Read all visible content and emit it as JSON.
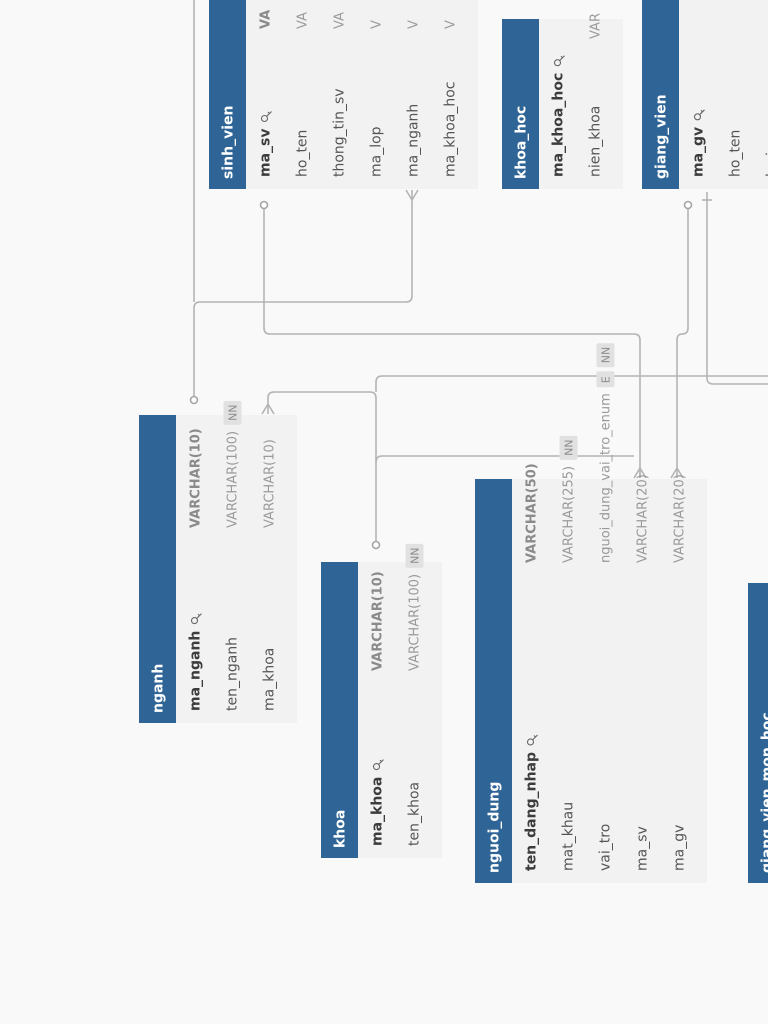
{
  "tables": [
    {
      "name": "sinh_vien",
      "columns": [
        {
          "name": "ma_sv",
          "type": "VA",
          "pk": true,
          "badges": []
        },
        {
          "name": "ho_ten",
          "type": "VA",
          "pk": false,
          "badges": []
        },
        {
          "name": "thong_tin_sv",
          "type": "VA",
          "pk": false,
          "badges": []
        },
        {
          "name": "ma_lop",
          "type": "V",
          "pk": false,
          "badges": []
        },
        {
          "name": "ma_nganh",
          "type": "V",
          "pk": false,
          "badges": []
        },
        {
          "name": "ma_khoa_hoc",
          "type": "V",
          "pk": false,
          "badges": []
        }
      ]
    },
    {
      "name": "khoa_hoc",
      "columns": [
        {
          "name": "ma_khoa_hoc",
          "type": "",
          "pk": true,
          "badges": []
        },
        {
          "name": "nien_khoa",
          "type": "VAR",
          "pk": false,
          "badges": []
        }
      ]
    },
    {
      "name": "giang_vien",
      "columns": [
        {
          "name": "ma_gv",
          "type": "",
          "pk": true,
          "badges": []
        },
        {
          "name": "ho_ten",
          "type": "",
          "pk": false,
          "badges": []
        },
        {
          "name": "loai_gv",
          "type": "",
          "pk": false,
          "badges": []
        }
      ]
    },
    {
      "name": "nganh",
      "columns": [
        {
          "name": "ma_nganh",
          "type": "VARCHAR(10)",
          "pk": true,
          "badges": []
        },
        {
          "name": "ten_nganh",
          "type": "VARCHAR(100)",
          "pk": false,
          "badges": [
            "NN"
          ]
        },
        {
          "name": "ma_khoa",
          "type": "VARCHAR(10)",
          "pk": false,
          "badges": []
        }
      ]
    },
    {
      "name": "khoa",
      "columns": [
        {
          "name": "ma_khoa",
          "type": "VARCHAR(10)",
          "pk": true,
          "badges": []
        },
        {
          "name": "ten_khoa",
          "type": "VARCHAR(100)",
          "pk": false,
          "badges": [
            "NN"
          ]
        }
      ]
    },
    {
      "name": "nguoi_dung",
      "columns": [
        {
          "name": "ten_dang_nhap",
          "type": "VARCHAR(50)",
          "pk": true,
          "badges": []
        },
        {
          "name": "mat_khau",
          "type": "VARCHAR(255)",
          "pk": false,
          "badges": [
            "NN"
          ]
        },
        {
          "name": "vai_tro",
          "type": "nguoi_dung_vai_tro_enum",
          "pk": false,
          "badges": [
            "E",
            "NN"
          ]
        },
        {
          "name": "ma_sv",
          "type": "VARCHAR(20)",
          "pk": false,
          "badges": []
        },
        {
          "name": "ma_gv",
          "type": "VARCHAR(20)",
          "pk": false,
          "badges": []
        }
      ]
    },
    {
      "name": "giang_vien_mon_hoc",
      "columns": []
    }
  ],
  "icons": {
    "primary_key": "key-icon",
    "relation_one": "circle-end-icon",
    "relation_many": "crow-foot-icon"
  },
  "colors": {
    "header": "#2f6596",
    "body": "#f2f2f2",
    "background": "#f9f9f9",
    "line": "#b4b4b4"
  }
}
